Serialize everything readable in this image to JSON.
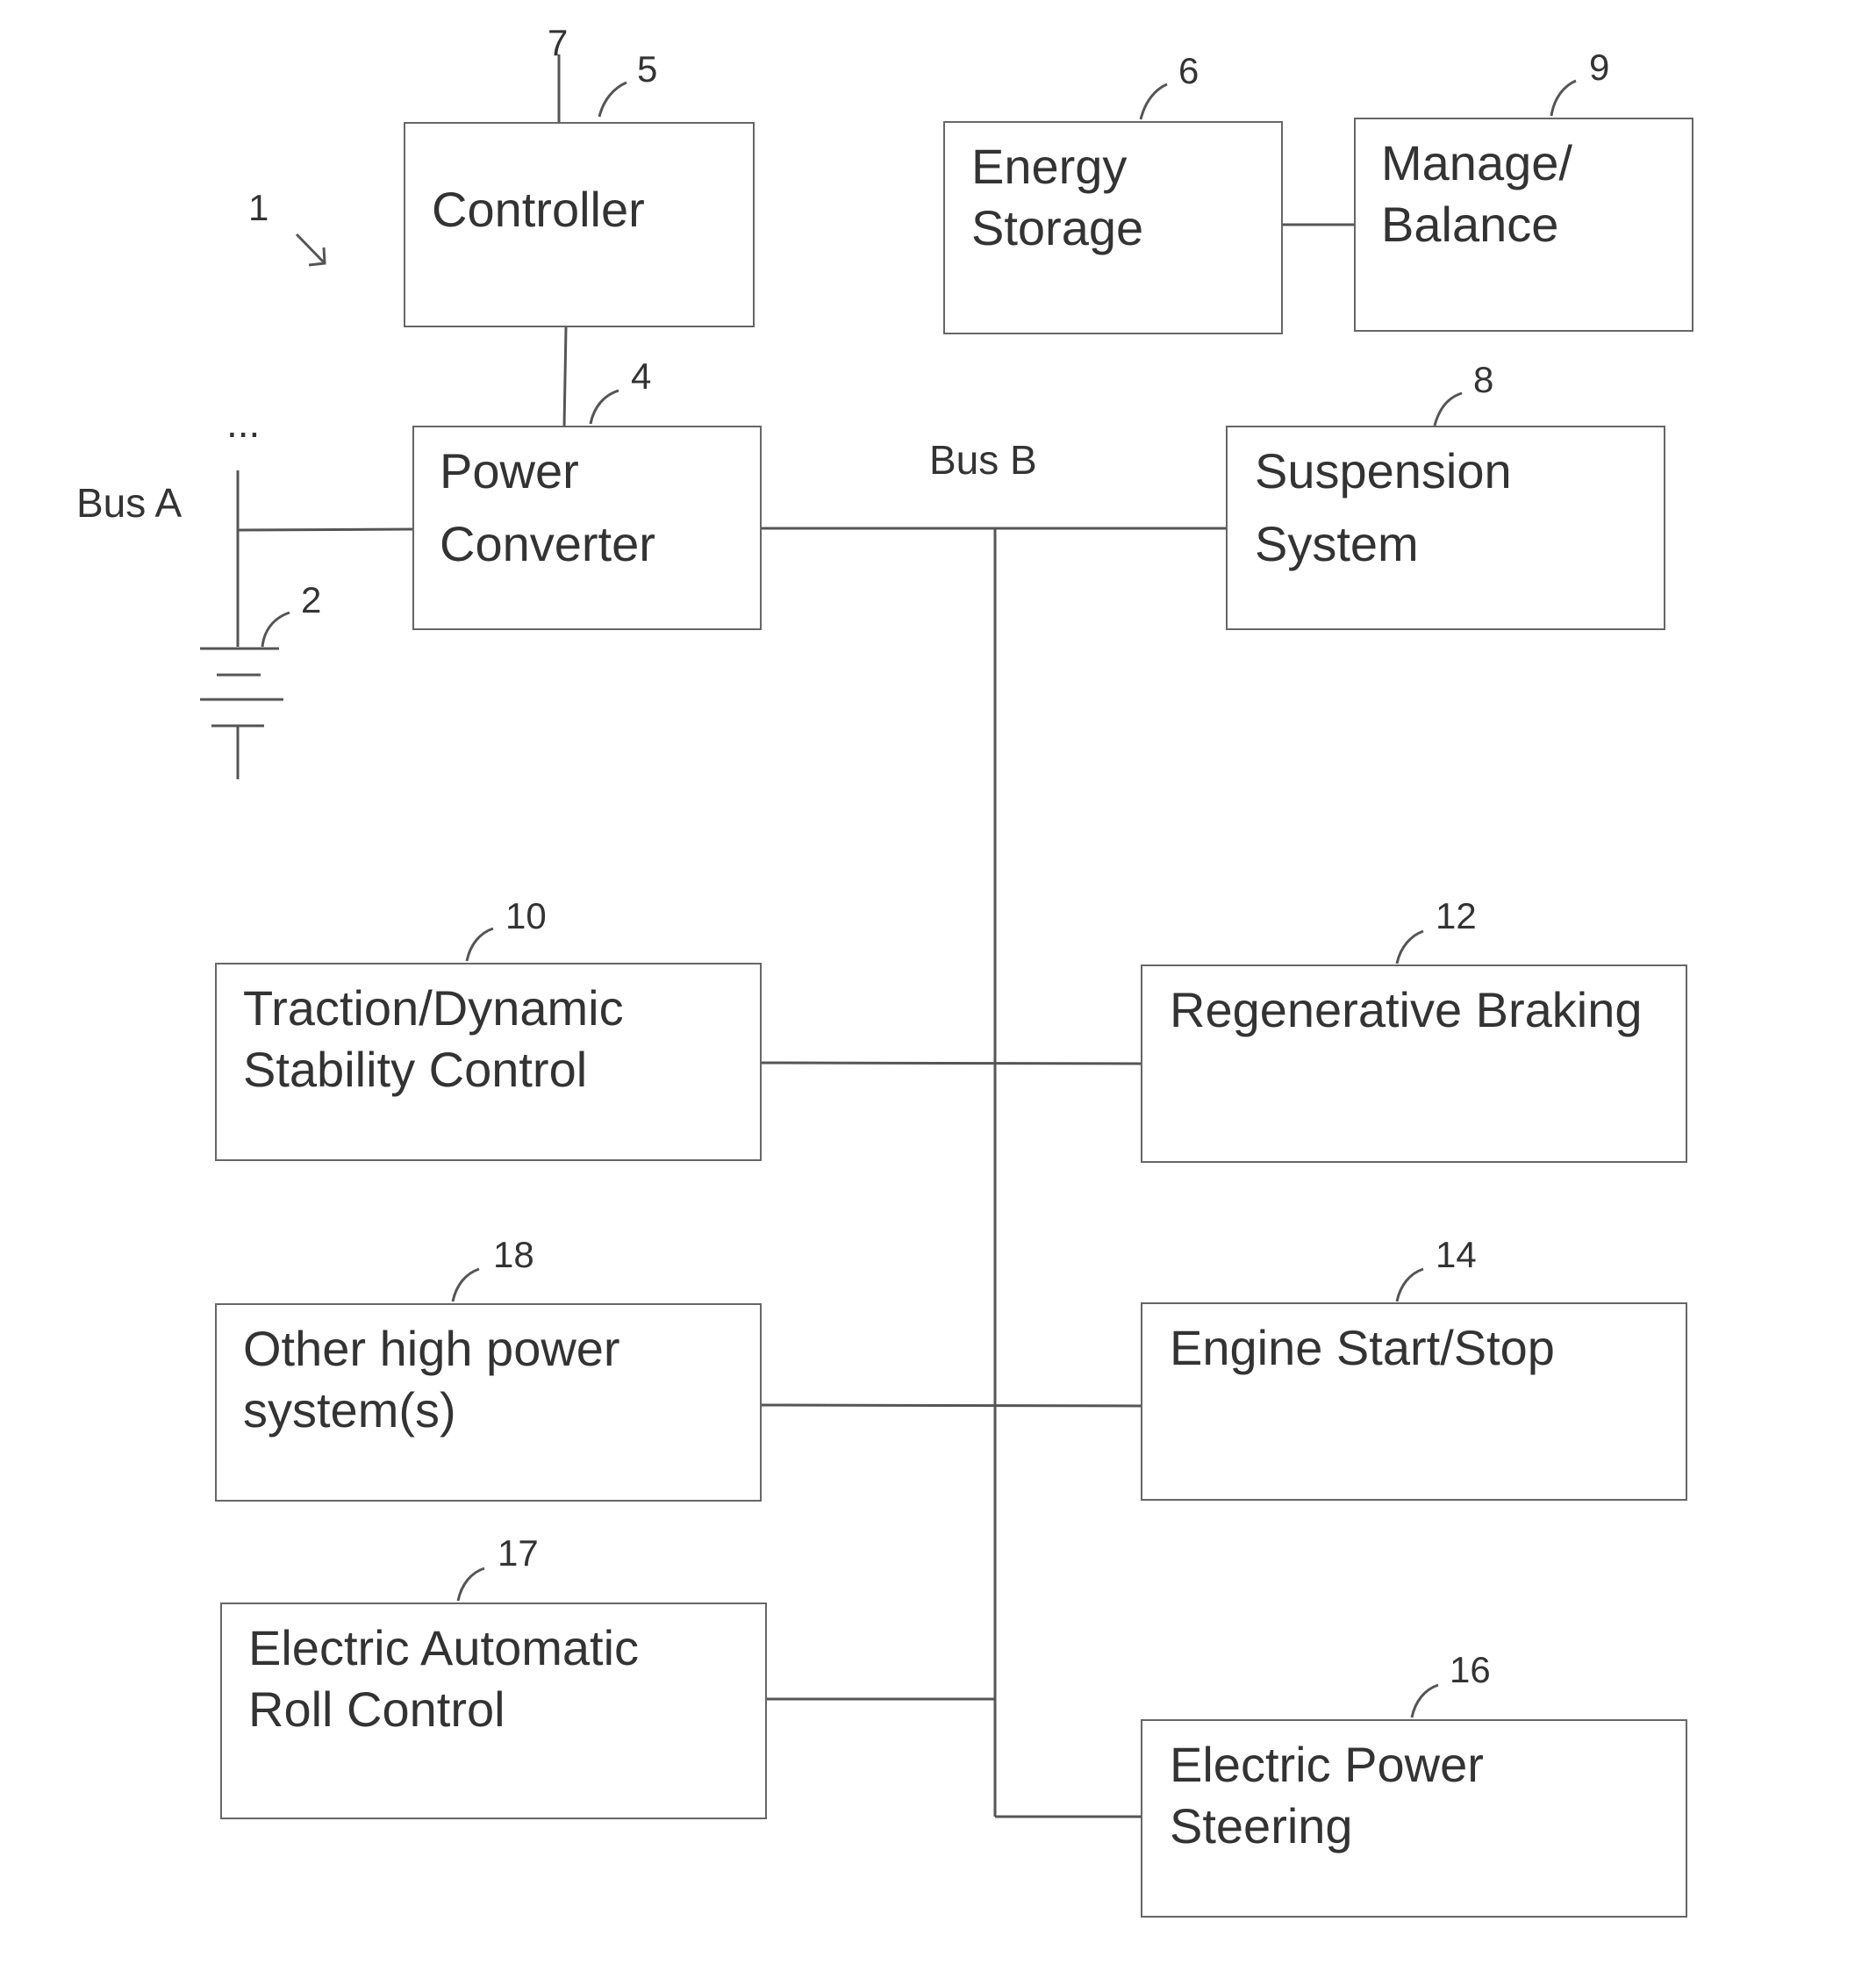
{
  "diagram": {
    "system_ref": "1",
    "bus_a_label": "Bus A",
    "bus_b_label": "Bus B",
    "ellipsis": "...",
    "blocks": {
      "controller": {
        "ref": "5",
        "line1": "Controller",
        "line2": ""
      },
      "energy": {
        "ref": "6",
        "line1": "Energy",
        "line2": "Storage"
      },
      "manage": {
        "ref": "9",
        "line1": "Manage/",
        "line2": "Balance"
      },
      "converter": {
        "ref": "4",
        "line1": "Power",
        "line2": "Converter"
      },
      "suspension": {
        "ref": "8",
        "line1": "Suspension",
        "line2": "System"
      },
      "traction": {
        "ref": "10",
        "line1": "Traction/Dynamic",
        "line2": "Stability Control"
      },
      "regen": {
        "ref": "12",
        "line1": "Regenerative Braking",
        "line2": ""
      },
      "other": {
        "ref": "18",
        "line1": "Other high power",
        "line2": "system(s)"
      },
      "engine": {
        "ref": "14",
        "line1": "Engine Start/Stop",
        "line2": ""
      },
      "roll": {
        "ref": "17",
        "line1": "Electric Automatic",
        "line2": "Roll Control"
      },
      "steering": {
        "ref": "16",
        "line1": "Electric Power",
        "line2": "Steering"
      }
    },
    "controller_input_ref": "7",
    "battery_ref": "2"
  }
}
